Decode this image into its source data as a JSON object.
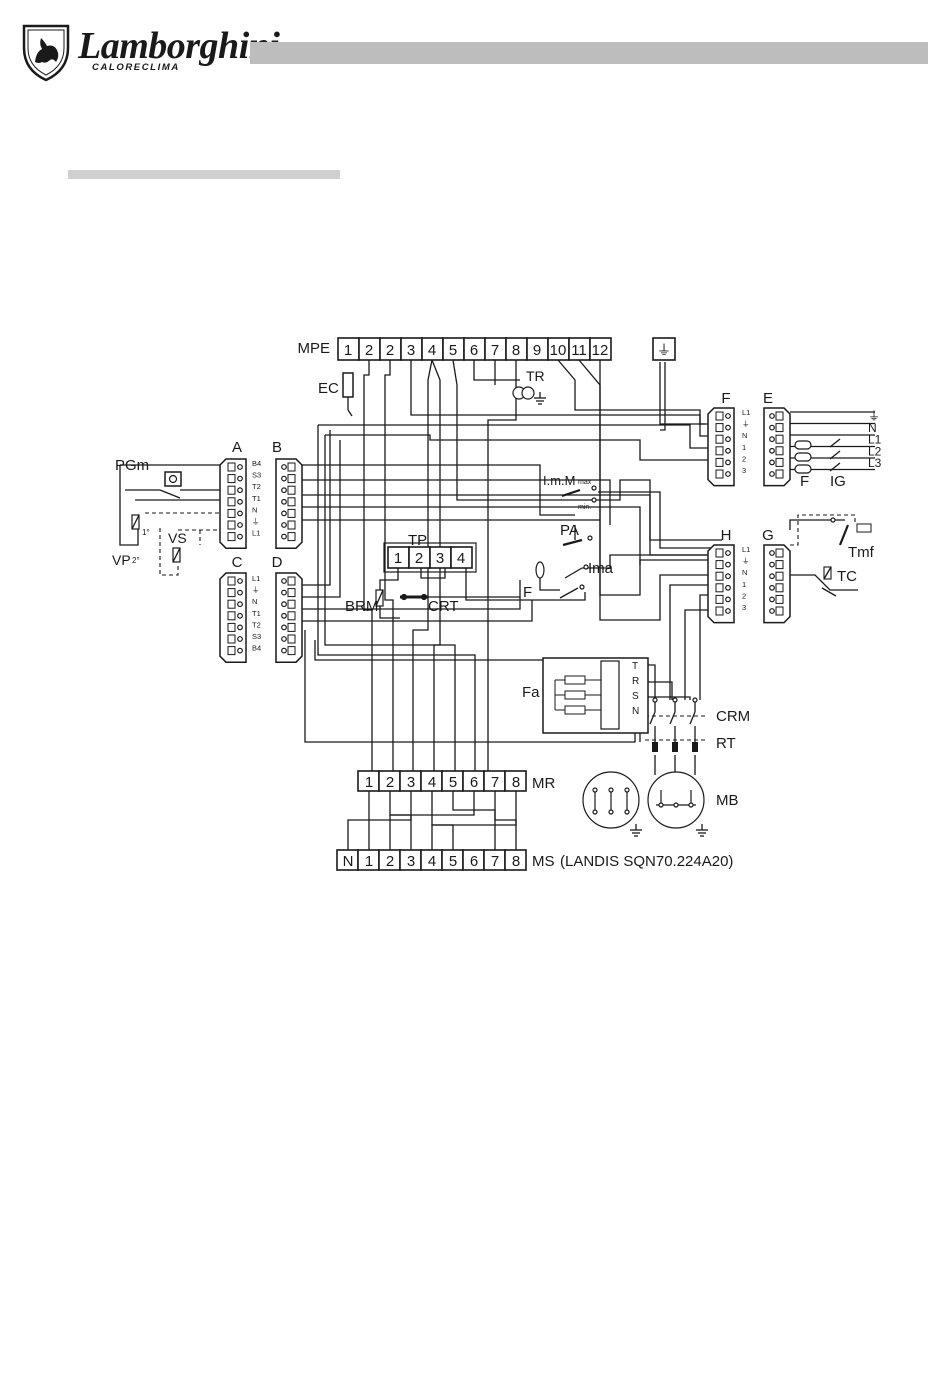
{
  "header": {
    "brand": "Lamborghini",
    "sub_brand": "CALORECLIMA",
    "logo_icon": "bull-shield-icon",
    "bar_color": "#bdbdbd"
  },
  "section_bar_color": "#d0d0d0",
  "diagram": {
    "mpe": {
      "label": "MPE",
      "terminals": [
        "1",
        "2",
        "2",
        "3",
        "4",
        "5",
        "6",
        "7",
        "8",
        "9",
        "10",
        "11",
        "12"
      ]
    },
    "ground_symbol": "⏚",
    "ec": "EC",
    "tr": "TR",
    "connectors": {
      "a": {
        "label": "A"
      },
      "b": {
        "label": "B",
        "pins": [
          "B4",
          "S3",
          "T2",
          "T1",
          "N",
          "⏚",
          "L1"
        ]
      },
      "c": {
        "label": "C"
      },
      "d": {
        "label": "D",
        "pins": [
          "L1",
          "⏚",
          "N",
          "T1",
          "T2",
          "S3",
          "B4"
        ]
      },
      "f": {
        "label": "F",
        "pins": [
          "L1",
          "⏚",
          "N",
          "1",
          "2",
          "3"
        ]
      },
      "e": {
        "label": "E"
      },
      "h": {
        "label": "H",
        "pins": [
          "L1",
          "⏚",
          "N",
          "1",
          "2",
          "3"
        ]
      },
      "g": {
        "label": "G"
      }
    },
    "supply": {
      "lines": [
        "⏚",
        "N",
        "L1",
        "L2",
        "L3"
      ],
      "fuse_label": "F",
      "switch_label": "IG"
    },
    "pgm": "PGm",
    "vp": "VP",
    "vp_first": "1°",
    "vp_second": "2°",
    "vs": "VS",
    "tp": {
      "label": "TP",
      "cells": [
        "1",
        "2",
        "3",
        "4"
      ]
    },
    "brm": "BRM",
    "crt": "CRT",
    "imm": {
      "label": "I.m.M",
      "max": "max",
      "min": "min."
    },
    "pa": "PA",
    "ima": "Ima",
    "f_switch": "F",
    "tmf": "Tmf",
    "tc": "TC",
    "fa": {
      "label": "Fa",
      "terminals": [
        "T",
        "R",
        "S",
        "N"
      ]
    },
    "crm": "CRM",
    "rt": "RT",
    "mb": "MB",
    "mr": {
      "label": "MR",
      "terminals": [
        "1",
        "2",
        "3",
        "4",
        "5",
        "6",
        "7",
        "8"
      ]
    },
    "ms": {
      "label": "MS",
      "note": "(LANDIS SQN70.224A20)",
      "terminals": [
        "N",
        "1",
        "2",
        "3",
        "4",
        "5",
        "6",
        "7",
        "8"
      ]
    }
  }
}
